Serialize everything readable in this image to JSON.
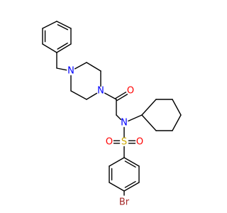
{
  "molecule": {
    "atoms": [
      {
        "id": "N1",
        "symbol": "N",
        "color": "#0000ff"
      },
      {
        "id": "N2",
        "symbol": "N",
        "color": "#0000ff"
      },
      {
        "id": "O1",
        "symbol": "O",
        "color": "#ff0000"
      },
      {
        "id": "N3",
        "symbol": "N",
        "color": "#0000ff"
      },
      {
        "id": "S1",
        "symbol": "S",
        "color": "#ccaa00"
      },
      {
        "id": "O2",
        "symbol": "O",
        "color": "#ff0000"
      },
      {
        "id": "O3",
        "symbol": "O",
        "color": "#ff0000"
      },
      {
        "id": "Br1",
        "symbol": "Br",
        "color": "#a52a2a"
      }
    ]
  }
}
